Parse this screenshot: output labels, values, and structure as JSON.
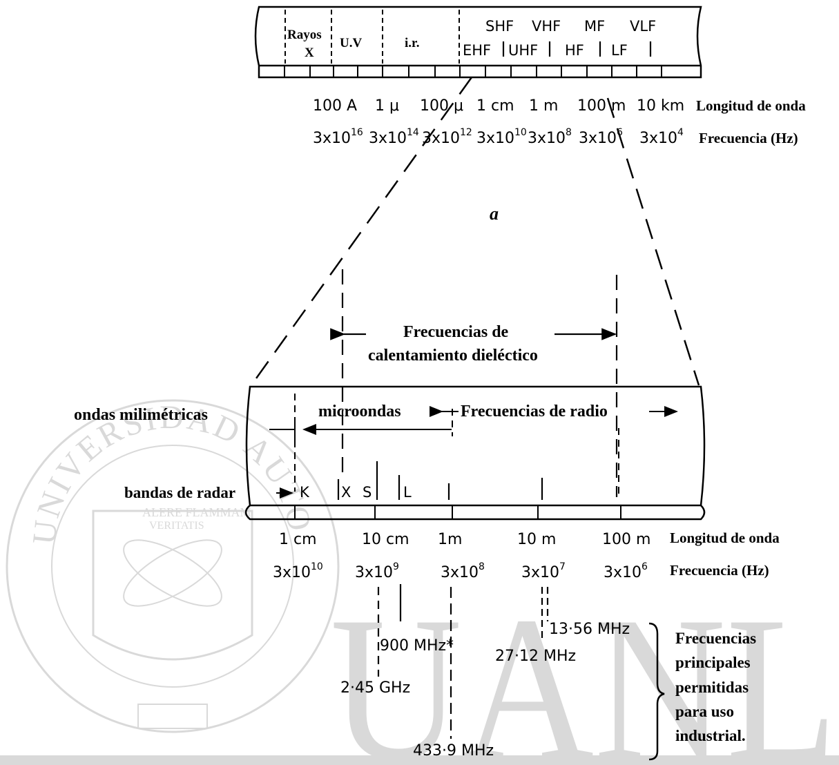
{
  "watermark": {
    "seal_text": "UNIVERSIDAD AUTONOMA DE NUEVO LEON",
    "motto_line1": "ALERE FLAMMAM",
    "motto_line2": "VERITATIS",
    "letters": "UANL",
    "color": "#d9d9d9"
  },
  "spectrum": {
    "region_rayos_line1": "Rayos",
    "region_rayos_line2": "X",
    "region_uv": "U.V",
    "region_ir": "i.r.",
    "band_shf": "SHF",
    "band_vhf": "VHF",
    "band_mf": "MF",
    "band_vlf": "VLF",
    "band_ehf": "EHF",
    "band_uhf": "UHF",
    "band_hf": "HF",
    "band_lf": "LF",
    "wl_100a": "100 A",
    "wl_1mu": "1 μ",
    "wl_100mu": "100 μ",
    "wl_1cm": "1 cm",
    "wl_1m": "1 m",
    "wl_100m": "100 m",
    "wl_10km": "10 km",
    "wavelength_title": "Longitud de onda",
    "fq_1": "3x10",
    "fq_1_exp": "16",
    "fq_2": "3x10",
    "fq_2_exp": "14",
    "fq_3": "3x10",
    "fq_3_exp": "12",
    "fq_4": "3x10",
    "fq_4_exp": "10",
    "fq_5": "3x10",
    "fq_5_exp": "8",
    "fq_6": "3x10",
    "fq_6_exp": "6",
    "fq_7": "3x10",
    "fq_7_exp": "4",
    "frequency_title": "Frecuencia (Hz)",
    "panel_label": "a"
  },
  "detail": {
    "dielectric_line1": "Frecuencias de",
    "dielectric_line2": "calentamiento dieléctico",
    "mm_waves": "ondas milimétricas",
    "microwaves": "microondas",
    "radio": "Frecuencias de radio",
    "radar_bands": "bandas de radar",
    "radar_k": "K",
    "radar_x": "X",
    "radar_s": "S",
    "radar_l": "L",
    "wl_1cm": "1 cm",
    "wl_10cm": "10 cm",
    "wl_1m": "1m",
    "wl_10m": "10 m",
    "wl_100m": "100 m",
    "wavelength_title": "Longitud de onda",
    "fq_1": "3x10",
    "fq_1_exp": "10",
    "fq_2": "3x10",
    "fq_2_exp": "9",
    "fq_3": "3x10",
    "fq_3_exp": "8",
    "fq_4": "3x10",
    "fq_4_exp": "7",
    "fq_5": "3x10",
    "fq_5_exp": "6",
    "frequency_title": "Frecuencia (Hz)"
  },
  "allowed": {
    "f_2450": "2·45  GHz",
    "f_900": "900 MHz*",
    "f_433": "433·9  MHz",
    "f_27": "27·12  MHz",
    "f_13": "13·56  MHz",
    "caption_line1": "Frecuencias",
    "caption_line2": "principales",
    "caption_line3": "permitidas",
    "caption_line4": "para uso",
    "caption_line5": "industrial."
  }
}
